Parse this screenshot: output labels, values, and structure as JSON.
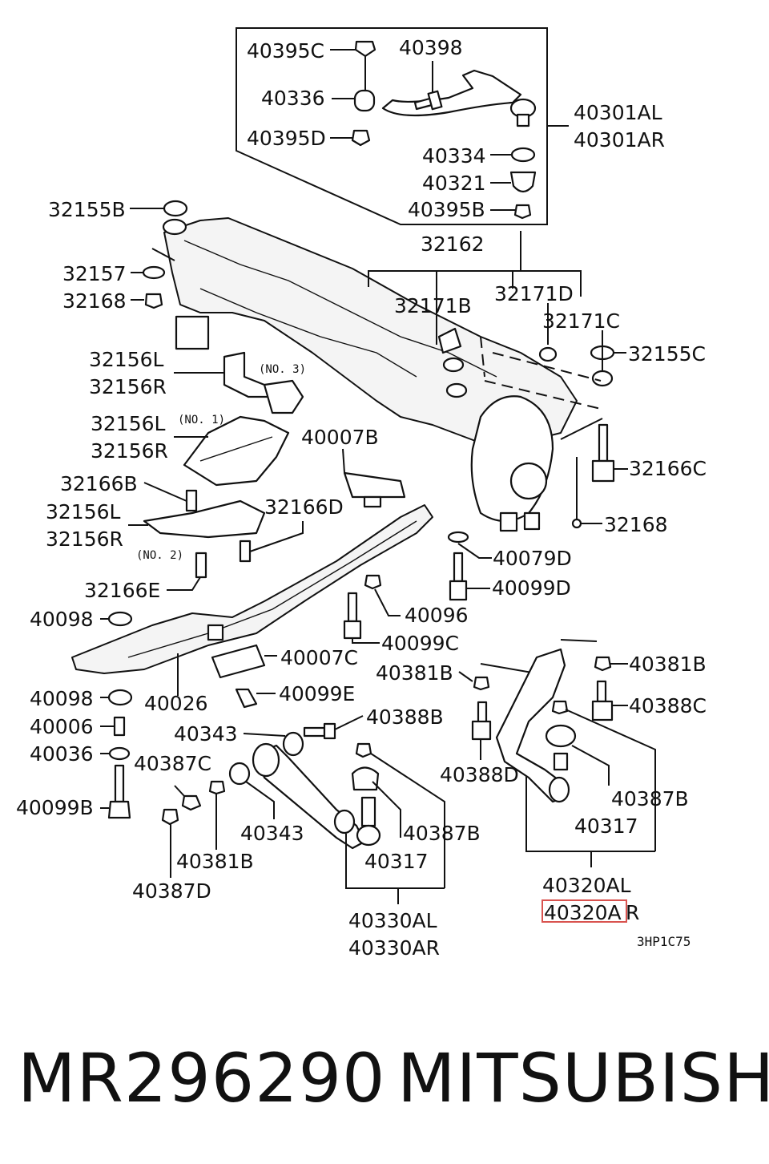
{
  "diagram": {
    "code": "3HP1C75",
    "highlighted_label": "40320AR",
    "labels": {
      "p40395C": "40395C",
      "p40398": "40398",
      "p40336": "40336",
      "p40395D": "40395D",
      "p40301AL": "40301AL",
      "p40301AR": "40301AR",
      "p40334": "40334",
      "p40321": "40321",
      "p40395B": "40395B",
      "p32155B": "32155B",
      "p32162": "32162",
      "p32157": "32157",
      "p32168a": "32168",
      "p32171B": "32171B",
      "p32171D": "32171D",
      "p32171C": "32171C",
      "p32155C": "32155C",
      "p32156L_a": "32156L",
      "p32156R_a": "32156R",
      "p32156L_b": "32156L",
      "p32156R_b": "32156R",
      "p40007B": "40007B",
      "p32166C": "32166C",
      "p32166B": "32166B",
      "p32156L_c": "32156L",
      "p32156R_c": "32156R",
      "p32166D": "32166D",
      "p32168b": "32168",
      "p40079D": "40079D",
      "p32166E": "32166E",
      "p40099D": "40099D",
      "p40098a": "40098",
      "p40096": "40096",
      "p40099C": "40099C",
      "p40007C": "40007C",
      "p40381Ba": "40381B",
      "p40381Bb": "40381B",
      "p40098b": "40098",
      "p40026": "40026",
      "p40099E": "40099E",
      "p40388C": "40388C",
      "p40006": "40006",
      "p40388B": "40388B",
      "p40343a": "40343",
      "p40036": "40036",
      "p40387Ca": "40387C",
      "p40388D": "40388D",
      "p40099B": "40099B",
      "p40343b": "40343",
      "p40387Ba": "40387B",
      "p40387Bb": "40387B",
      "p40317a": "40317",
      "p40317b": "40317",
      "p40381Bc": "40381B",
      "p40387D": "40387D",
      "p40320AL": "40320AL",
      "p40320AR_lead": "40320A",
      "p40320AR_tail": "R",
      "p40330AL": "40330AL",
      "p40330AR": "40330AR"
    },
    "notes": {
      "no1": "(NO. 1)",
      "no2": "(NO. 2)",
      "no3": "(NO. 3)"
    }
  },
  "caption": {
    "part_number": "MR296290",
    "brand": "MITSUBISHI"
  },
  "colors": {
    "ink": "#111111",
    "highlight": "#d9534f",
    "background": "#ffffff"
  }
}
